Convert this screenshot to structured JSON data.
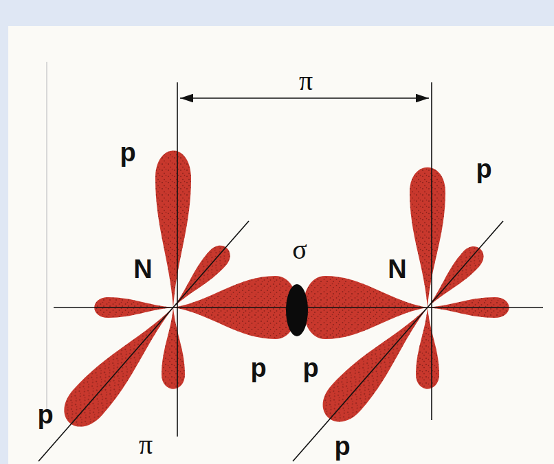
{
  "diagram": {
    "labels": [
      "π",
      "p",
      "p",
      "N",
      "σ",
      "N",
      "p",
      "p",
      "p",
      "π",
      "p"
    ]
  }
}
